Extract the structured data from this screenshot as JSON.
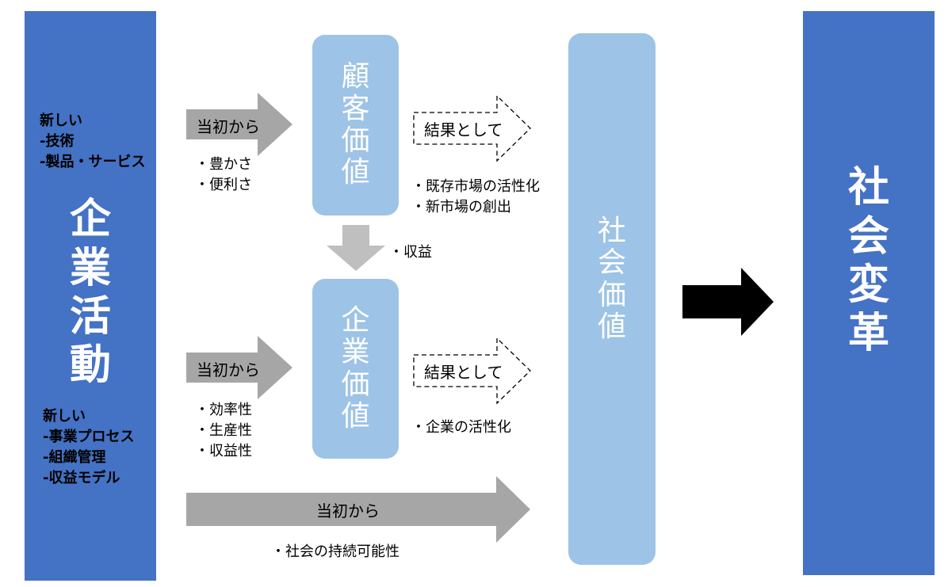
{
  "left_panel": {
    "top_list": "新しい\n-技術\n-製品・サービス",
    "title": "企\n業\n活\n動",
    "bottom_list": "新しい\n-事業プロセス\n-組織管理\n-収益モデル"
  },
  "customer_value": {
    "box_label": "顧\n客\n価\n値",
    "arrow_label": "当初から",
    "inputs": "・豊かさ\n・便利さ",
    "result_label": "結果として",
    "outputs": "・既存市場の活性化\n・新市場の創出"
  },
  "down_arrow_note": "・収益",
  "corporate_value": {
    "box_label": "企\n業\n価\n値",
    "arrow_label": "当初から",
    "inputs": "・効率性\n・生産性\n・収益性",
    "result_label": "結果として",
    "outputs": "・企業の活性化"
  },
  "bottom_arrow": {
    "label": "当初から",
    "note": "・社会の持続可能性"
  },
  "social_value": {
    "box_label": "社\n会\n価\n値"
  },
  "social_change": {
    "title": "社\n会\n変\n革"
  },
  "colors": {
    "dark_blue": "#4472c4",
    "light_blue": "#9dc3e6",
    "gray_arrow": "#a6a6a6",
    "black_arrow": "#000000"
  }
}
